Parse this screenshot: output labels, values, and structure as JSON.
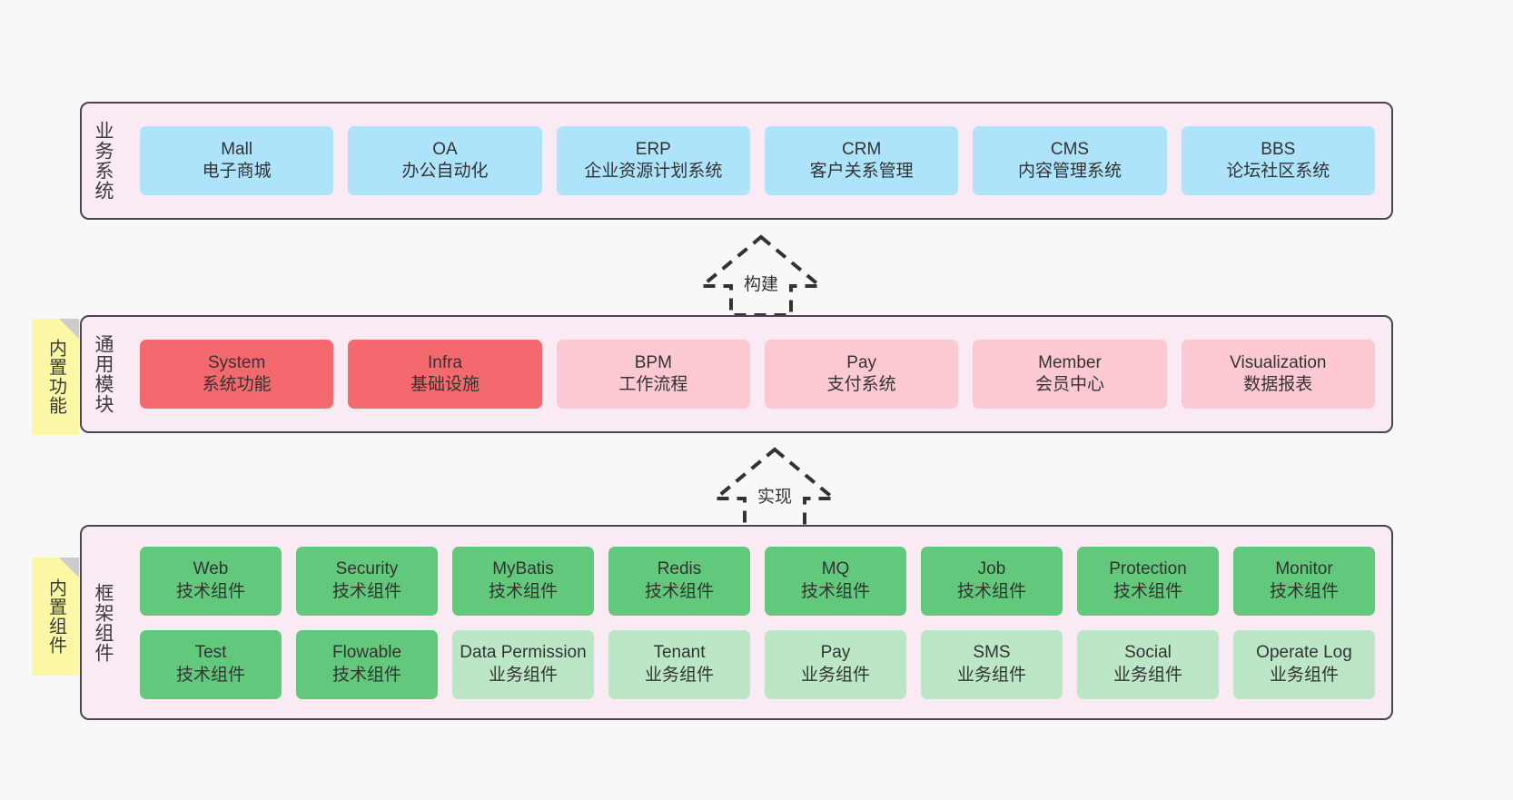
{
  "layers": [
    {
      "id": "business-systems",
      "label": "业务系统",
      "nodes": [
        {
          "name": "Mall",
          "desc": "电子商城",
          "color": "#ade3fb",
          "style": "c-blue"
        },
        {
          "name": "OA",
          "desc": "办公自动化",
          "color": "#ade3fb",
          "style": "c-blue"
        },
        {
          "name": "ERP",
          "desc": "企业资源计划系统",
          "color": "#ade3fb",
          "style": "c-blue"
        },
        {
          "name": "CRM",
          "desc": "客户关系管理",
          "color": "#ade3fb",
          "style": "c-blue"
        },
        {
          "name": "CMS",
          "desc": "内容管理系统",
          "color": "#ade3fb",
          "style": "c-blue"
        },
        {
          "name": "BBS",
          "desc": "论坛社区系统",
          "color": "#ade3fb",
          "style": "c-blue"
        }
      ]
    },
    {
      "id": "common-modules",
      "label": "通用模块",
      "note": "内置功能",
      "nodes": [
        {
          "name": "System",
          "desc": "系统功能",
          "color": "#f4696e",
          "style": "c-red"
        },
        {
          "name": "Infra",
          "desc": "基础设施",
          "color": "#f4696e",
          "style": "c-red"
        },
        {
          "name": "BPM",
          "desc": "工作流程",
          "color": "#fcc9d2",
          "style": "c-pinklight"
        },
        {
          "name": "Pay",
          "desc": "支付系统",
          "color": "#fcc9d2",
          "style": "c-pinklight"
        },
        {
          "name": "Member",
          "desc": "会员中心",
          "color": "#fcc9d2",
          "style": "c-pinklight"
        },
        {
          "name": "Visualization",
          "desc": "数据报表",
          "color": "#fcc9d2",
          "style": "c-pinklight"
        }
      ]
    },
    {
      "id": "framework-components",
      "label": "框架组件",
      "note": "内置组件",
      "rows": [
        [
          {
            "name": "Web",
            "desc": "技术组件",
            "color": "#62c97c",
            "style": "c-green"
          },
          {
            "name": "Security",
            "desc": "技术组件",
            "color": "#62c97c",
            "style": "c-green"
          },
          {
            "name": "MyBatis",
            "desc": "技术组件",
            "color": "#62c97c",
            "style": "c-green"
          },
          {
            "name": "Redis",
            "desc": "技术组件",
            "color": "#62c97c",
            "style": "c-green"
          },
          {
            "name": "MQ",
            "desc": "技术组件",
            "color": "#62c97c",
            "style": "c-green"
          },
          {
            "name": "Job",
            "desc": "技术组件",
            "color": "#62c97c",
            "style": "c-green"
          },
          {
            "name": "Protection",
            "desc": "技术组件",
            "color": "#62c97c",
            "style": "c-green"
          },
          {
            "name": "Monitor",
            "desc": "技术组件",
            "color": "#62c97c",
            "style": "c-green"
          }
        ],
        [
          {
            "name": "Test",
            "desc": "技术组件",
            "color": "#62c97c",
            "style": "c-green"
          },
          {
            "name": "Flowable",
            "desc": "技术组件",
            "color": "#62c97c",
            "style": "c-green"
          },
          {
            "name": "Data Permission",
            "desc": "业务组件",
            "color": "#bce7c6",
            "style": "c-greenlight",
            "wrap": true
          },
          {
            "name": "Tenant",
            "desc": "业务组件",
            "color": "#bce7c6",
            "style": "c-greenlight"
          },
          {
            "name": "Pay",
            "desc": "业务组件",
            "color": "#bce7c6",
            "style": "c-greenlight"
          },
          {
            "name": "SMS",
            "desc": "业务组件",
            "color": "#bce7c6",
            "style": "c-greenlight"
          },
          {
            "name": "Social",
            "desc": "业务组件",
            "color": "#bce7c6",
            "style": "c-greenlight"
          },
          {
            "name": "Operate Log",
            "desc": "业务组件",
            "color": "#bce7c6",
            "style": "c-greenlight"
          }
        ]
      ]
    }
  ],
  "connectors": [
    {
      "id": "build",
      "label": "构建"
    },
    {
      "id": "implement",
      "label": "实现"
    }
  ],
  "colors": {
    "background": "#f8f8f8",
    "band_fill": "#f9eaf4",
    "band_border": "#4a4352",
    "note_fill": "#fbf7a4",
    "connector_stroke": "#333333"
  }
}
